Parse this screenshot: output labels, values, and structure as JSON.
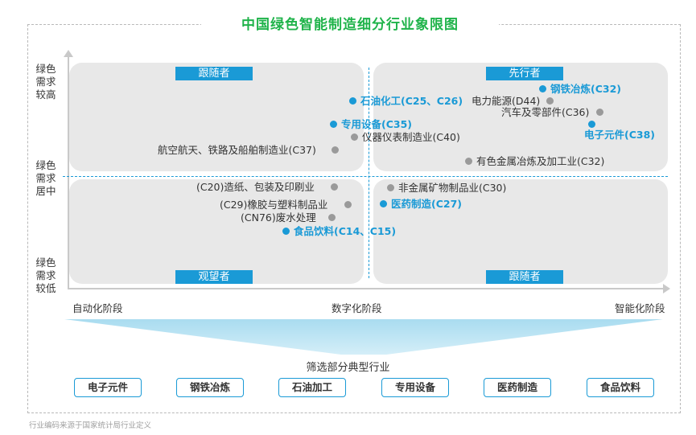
{
  "title": "中国绿色智能制造细分行业象限图",
  "y_axis_labels": {
    "high": [
      "绿色",
      "需求",
      "较高"
    ],
    "mid": [
      "绿色",
      "需求",
      "居中"
    ],
    "low": [
      "绿色",
      "需求",
      "较低"
    ]
  },
  "x_axis_labels": {
    "left": "自动化阶段",
    "mid": "数字化阶段",
    "right": "智能化阶段"
  },
  "quadrant_labels": {
    "top_left": "跟随者",
    "top_right": "先行者",
    "bottom_left": "观望者",
    "bottom_right": "跟随者"
  },
  "items": [
    {
      "label": "石油化工(C25、C26)",
      "highlight": true
    },
    {
      "label": "专用设备(C35)",
      "highlight": true
    },
    {
      "label": "仪器仪表制造业(C40)",
      "highlight": false
    },
    {
      "label": "航空航天、铁路及船舶制造业(C37)",
      "highlight": false
    },
    {
      "label": "钢铁冶炼(C32)",
      "highlight": true
    },
    {
      "label": "电力能源(D44)",
      "highlight": false
    },
    {
      "label": "汽车及零部件(C36)",
      "highlight": false
    },
    {
      "label": "电子元件(C38)",
      "highlight": true
    },
    {
      "label": "有色金属冶炼及加工业(C32)",
      "highlight": false
    },
    {
      "label": "(C20)造纸、包装及印刷业",
      "highlight": false
    },
    {
      "label": "(C29)橡胶与塑料制品业",
      "highlight": false
    },
    {
      "label": "(CN76)废水处理",
      "highlight": false
    },
    {
      "label": "食品饮料(C14、C15)",
      "highlight": true
    },
    {
      "label": "非金属矿物制品业(C30)",
      "highlight": false
    },
    {
      "label": "医药制造(C27)",
      "highlight": true
    }
  ],
  "typical_section": {
    "title": "筛选部分典型行业",
    "items": [
      "电子元件",
      "钢铁冶炼",
      "石油加工",
      "专用设备",
      "医药制造",
      "食品饮料"
    ]
  },
  "colors": {
    "title_green": "#1fb34a",
    "accent_blue": "#1a9ad6",
    "quadrant_gray": "#e8e8e8",
    "dot_gray": "#9a9a9a"
  },
  "source_note": "行业编码来源于国家统计局行业定义"
}
